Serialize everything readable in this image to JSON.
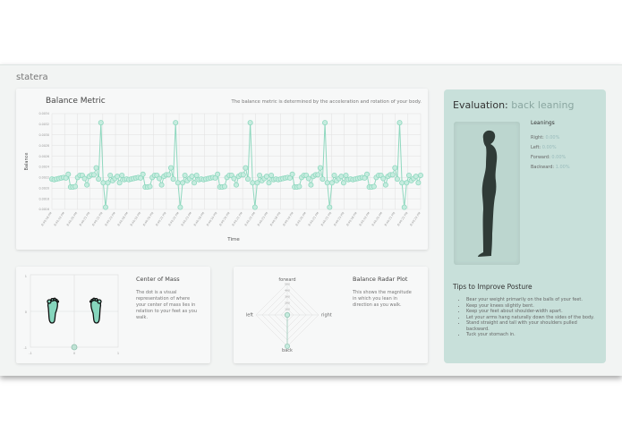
{
  "brand": "statera",
  "balance": {
    "title": "Balance Metric",
    "description": "The balance metric is determined by the acceleration and rotation of your body."
  },
  "chart_data": {
    "type": "line",
    "xlabel": "Time",
    "ylabel": "Balance",
    "ylim": [
      0.0016,
      0.0034
    ],
    "yticks": [
      "0.0016",
      "0.0018",
      "0.0020",
      "0.0022",
      "0.0024",
      "0.0026",
      "0.0028",
      "0.0030",
      "0.0032",
      "0.0034"
    ],
    "xticks": [
      "8:46:18 PM",
      "8:46:19 PM",
      "8:46:20 PM",
      "8:46:21 PM",
      "8:46:22 PM",
      "8:46:23 PM",
      "8:46:18 PM",
      "8:46:19 PM",
      "8:46:20 PM",
      "8:46:21 PM",
      "8:46:22 PM",
      "8:46:23 PM",
      "8:46:18 PM",
      "8:46:19 PM",
      "8:46:20 PM",
      "8:46:21 PM",
      "8:46:22 PM",
      "8:46:23 PM",
      "8:46:18 PM",
      "8:46:19 PM",
      "8:46:20 PM",
      "8:46:21 PM",
      "8:46:22 PM",
      "8:46:23 PM",
      "8:46:18 PM",
      "8:46:19 PM",
      "8:46:20 PM",
      "8:46:21 PM",
      "8:46:22 PM",
      "8:46:24 PM"
    ],
    "grid": true,
    "color": "#8fd8bf",
    "values": [
      0.00217,
      0.00216,
      0.00217,
      0.00218,
      0.00219,
      0.0022,
      0.00219,
      0.00226,
      0.00202,
      0.00202,
      0.00203,
      0.0022,
      0.00224,
      0.00224,
      0.00218,
      0.00206,
      0.00222,
      0.00225,
      0.00225,
      0.00238,
      0.00217,
      0.00323,
      0.0021,
      0.00164,
      0.0021,
      0.00224,
      0.00214,
      0.00218,
      0.00222,
      0.0021,
      0.00224,
      0.00216,
      0.00217,
      0.00216,
      0.00217,
      0.00218,
      0.00219,
      0.0022,
      0.00219,
      0.00226,
      0.00202,
      0.00202,
      0.00203,
      0.0022,
      0.00224,
      0.00224,
      0.00218,
      0.00206,
      0.00222,
      0.00225,
      0.00225,
      0.00238,
      0.00217,
      0.00323,
      0.0021,
      0.00164,
      0.0021,
      0.00224,
      0.00214,
      0.00218,
      0.00222,
      0.0021,
      0.00224,
      0.00216,
      0.00217,
      0.00216,
      0.00217,
      0.00218,
      0.00219,
      0.0022,
      0.00219,
      0.00226,
      0.00202,
      0.00202,
      0.00203,
      0.0022,
      0.00224,
      0.00224,
      0.00218,
      0.00206,
      0.00222,
      0.00225,
      0.00225,
      0.00238,
      0.00217,
      0.00323,
      0.0021,
      0.00164,
      0.0021,
      0.00224,
      0.00214,
      0.00218,
      0.00222,
      0.0021,
      0.00224,
      0.00216,
      0.00217,
      0.00216,
      0.00217,
      0.00218,
      0.00219,
      0.0022,
      0.00219,
      0.00226,
      0.00202,
      0.00202,
      0.00203,
      0.0022,
      0.00224,
      0.00224,
      0.00218,
      0.00206,
      0.00222,
      0.00225,
      0.00225,
      0.00238,
      0.00217,
      0.00323,
      0.0021,
      0.00164,
      0.0021,
      0.00224,
      0.00214,
      0.00218,
      0.00222,
      0.0021,
      0.00224,
      0.00216,
      0.00217,
      0.00216,
      0.00217,
      0.00218,
      0.00219,
      0.0022,
      0.00219,
      0.00226,
      0.00202,
      0.00202,
      0.00203,
      0.0022,
      0.00224,
      0.00224,
      0.00218,
      0.00206,
      0.00222,
      0.00225,
      0.00225,
      0.00238,
      0.00217,
      0.00323,
      0.0021,
      0.00164,
      0.0021,
      0.00224,
      0.00214,
      0.00218,
      0.00222,
      0.0021,
      0.00224
    ]
  },
  "com": {
    "title": "Center of Mass",
    "description": "The dot is a visual representation of where your center of mass lies in relation to your feet as you walk.",
    "xticks": [
      "-1",
      "0",
      "1"
    ],
    "yticks": [
      "1",
      "0",
      "-1"
    ],
    "dot": {
      "x": 0,
      "y": -1
    }
  },
  "radar": {
    "title": "Balance Radar Plot",
    "description": "This shows the magnitude in which you lean in direction as you walk.",
    "axes": [
      "forward",
      "right",
      "back",
      "left"
    ],
    "ticks": [
      "100",
      "200",
      "300",
      "400",
      "500"
    ],
    "values": {
      "forward": 0,
      "right": 0,
      "back": 500,
      "left": 0
    }
  },
  "evaluation": {
    "label": "Evaluation:",
    "result": "back leaning",
    "leanings_title": "Leanings",
    "leanings": [
      {
        "label": "Right:",
        "value": "0.00%"
      },
      {
        "label": "Left:",
        "value": "0.00%"
      },
      {
        "label": "Forward:",
        "value": "0.00%"
      },
      {
        "label": "Backward:",
        "value": "1.00%"
      }
    ],
    "tips_title": "Tips to Improve Posture",
    "tips": [
      "Bear your weight primarily on the balls of your feet.",
      "Keep your knees slightly bent.",
      "Keep your feet about shoulder-width apart.",
      "Let your arms hang naturally down the sides of the body.",
      "Stand straight and tall with your shoulders pulled backward.",
      "Tuck your stomach in."
    ]
  }
}
